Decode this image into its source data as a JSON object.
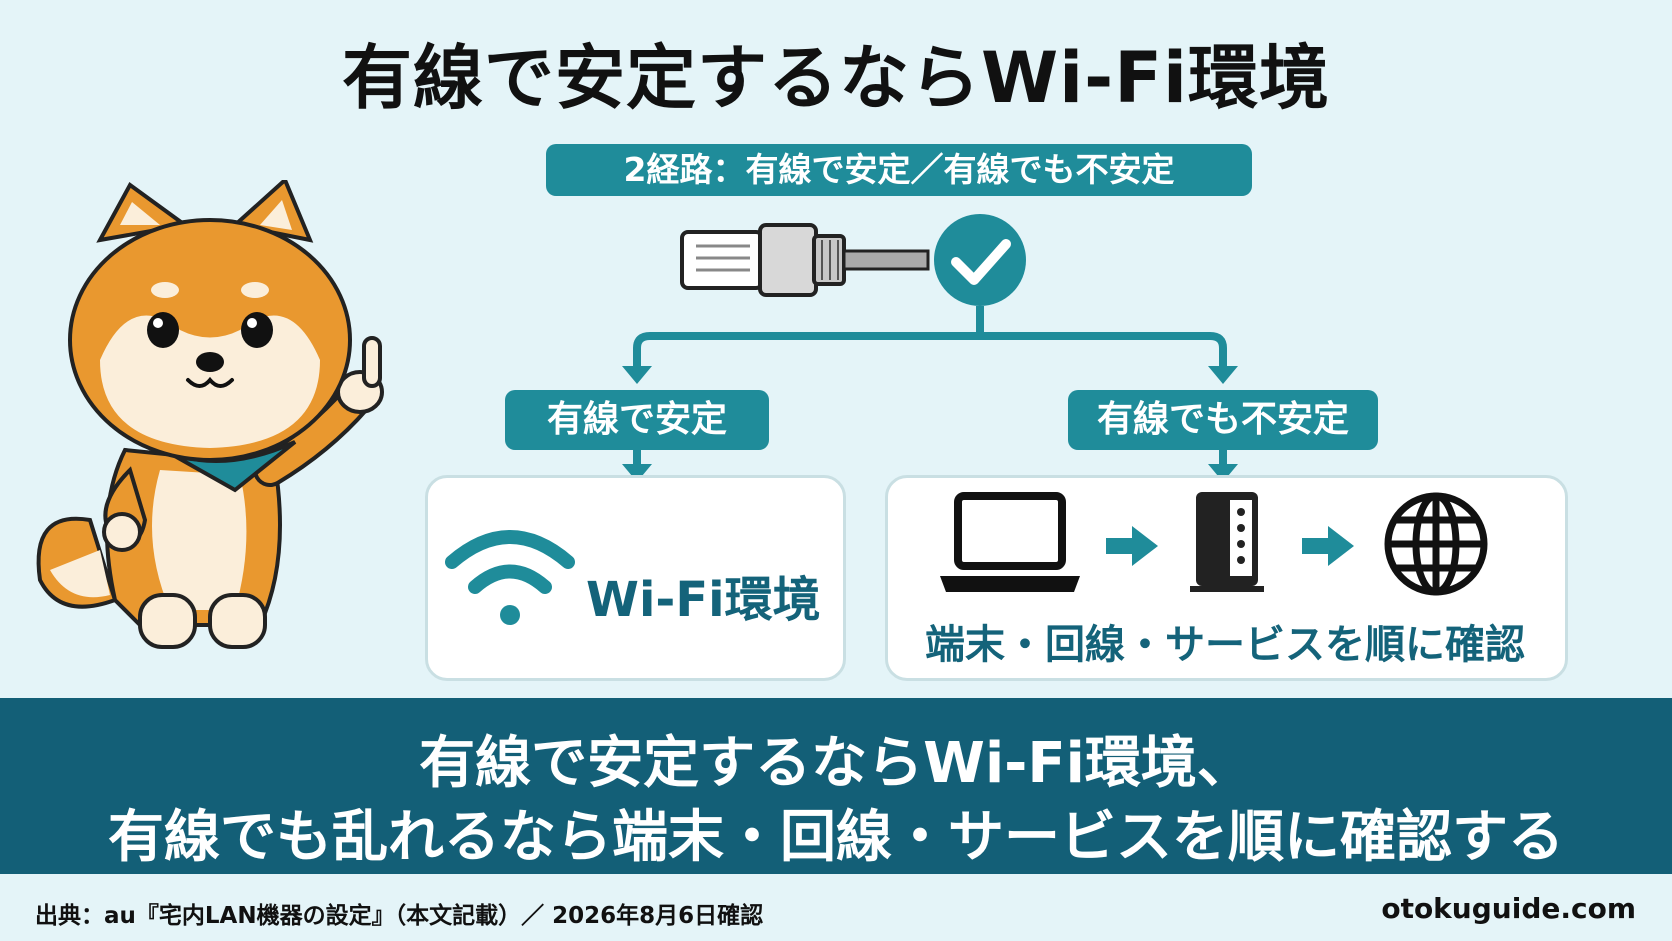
{
  "title": "有線で安定するならWi-Fi環境",
  "subtitle": "2経路：有線で安定／有線でも不安定",
  "branches": {
    "left": {
      "label": "有線で安定",
      "result": "Wi-Fi環境"
    },
    "right": {
      "label": "有線でも不安定",
      "result": "端末・回線・サービスを順に確認"
    }
  },
  "summary": {
    "line1": "有線で安定するならWi-Fi環境、",
    "line2": "有線でも乱れるなら端末・回線・サービスを順に確認する"
  },
  "footer": {
    "source": "出典：au『宅内LAN機器の設定』（本文記載）／ 2026年8月6日確認",
    "site": "otokuguide.com"
  },
  "icons": [
    "lan-cable-icon",
    "check-icon",
    "wifi-icon",
    "laptop-icon",
    "router-icon",
    "globe-icon",
    "arrow-right-icon",
    "shiba-dog-mascot"
  ],
  "colors": {
    "accent": "#1f8c9a",
    "dark": "#135f77",
    "background": "#e4f4f8",
    "text_accent": "#14637a"
  }
}
